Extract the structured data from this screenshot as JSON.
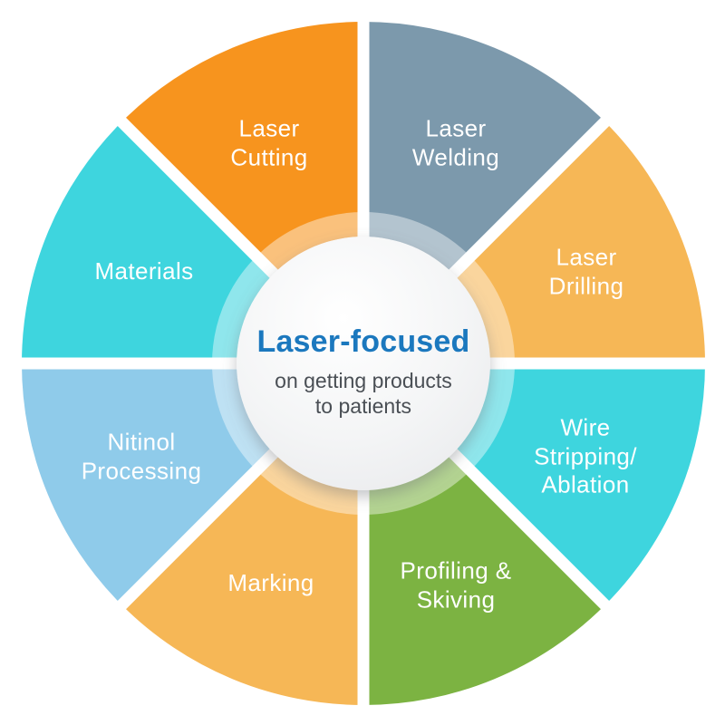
{
  "wheel": {
    "description": "Laser services wheel diagram with eight segments around a central circle",
    "center": {
      "title": "Laser-focused",
      "subtitle": "on getting products\nto patients",
      "title_color": "#1B78BE",
      "subtitle_color": "#4A4F55",
      "circle_fill_light": "#FFFFFF",
      "circle_fill_edge": "#E4E5E7"
    },
    "label_text_color": "#FFFFFF",
    "divider_color": "#FFFFFF",
    "inner_ring_overlay": "rgba(255,255,255,0.42)",
    "segments": [
      {
        "id": "laser-welding",
        "label": "Laser\nWelding",
        "color": "#7C99AC"
      },
      {
        "id": "laser-drilling",
        "label": "Laser\nDrilling",
        "color": "#F6B756"
      },
      {
        "id": "wire-stripping-ablation",
        "label": "Wire Stripping/\nAblation",
        "color": "#3ED5DE"
      },
      {
        "id": "profiling-skiving",
        "label": "Profiling &\nSkiving",
        "color": "#7CB342"
      },
      {
        "id": "marking",
        "label": "Marking",
        "color": "#F6B756"
      },
      {
        "id": "nitinol-processing",
        "label": "Nitinol\nProcessing",
        "color": "#8FCBEA"
      },
      {
        "id": "materials",
        "label": "Materials",
        "color": "#3ED5DE"
      },
      {
        "id": "laser-cutting",
        "label": "Laser\nCutting",
        "color": "#F7941E"
      }
    ]
  }
}
